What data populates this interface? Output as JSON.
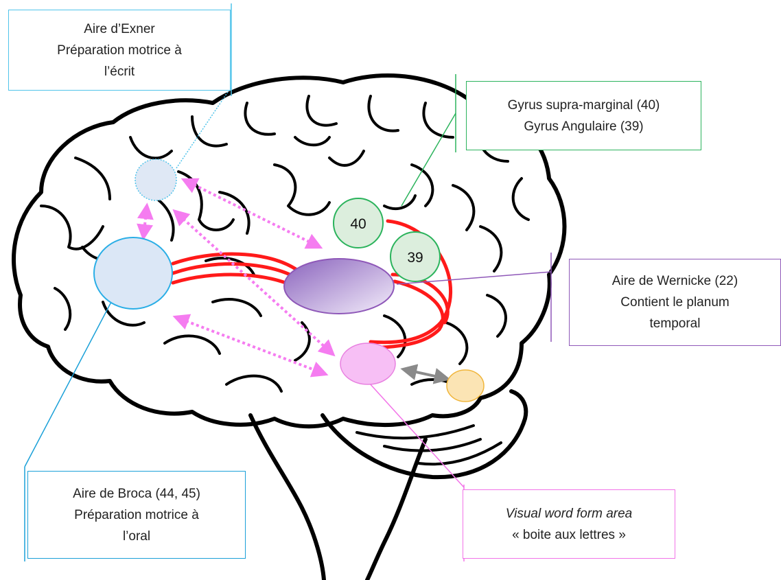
{
  "labels": {
    "exner": {
      "line1": "Aire d’Exner",
      "line2": "Préparation motrice à",
      "line3": "l’écrit"
    },
    "gyrus": {
      "line1": "Gyrus supra-marginal (40)",
      "line2": "Gyrus Angulaire (39)"
    },
    "wernicke": {
      "line1": "Aire de Wernicke (22)",
      "line2": "Contient le planum",
      "line3": "temporal"
    },
    "broca": {
      "line1": "Aire de Broca (44, 45)",
      "line2": "Préparation motrice à",
      "line3": "l’oral"
    },
    "vwfa": {
      "line1": "Visual word form area",
      "line2": "« boite aux lettres »"
    }
  },
  "areas": {
    "area_40": "40",
    "area_39": "39"
  },
  "colors": {
    "exner_accent": "#4fc3ea",
    "gyrus_accent": "#2bb35c",
    "wernicke_accent": "#8e57b8",
    "broca_accent": "#1aa0d8",
    "vwfa_accent": "#f273e8",
    "fasciculus": "#ff1a1a",
    "dotted_links": "#f57cf0",
    "visual_link": "#8a8a8a"
  },
  "icons": {
    "brain": "brain-outline-icon"
  }
}
